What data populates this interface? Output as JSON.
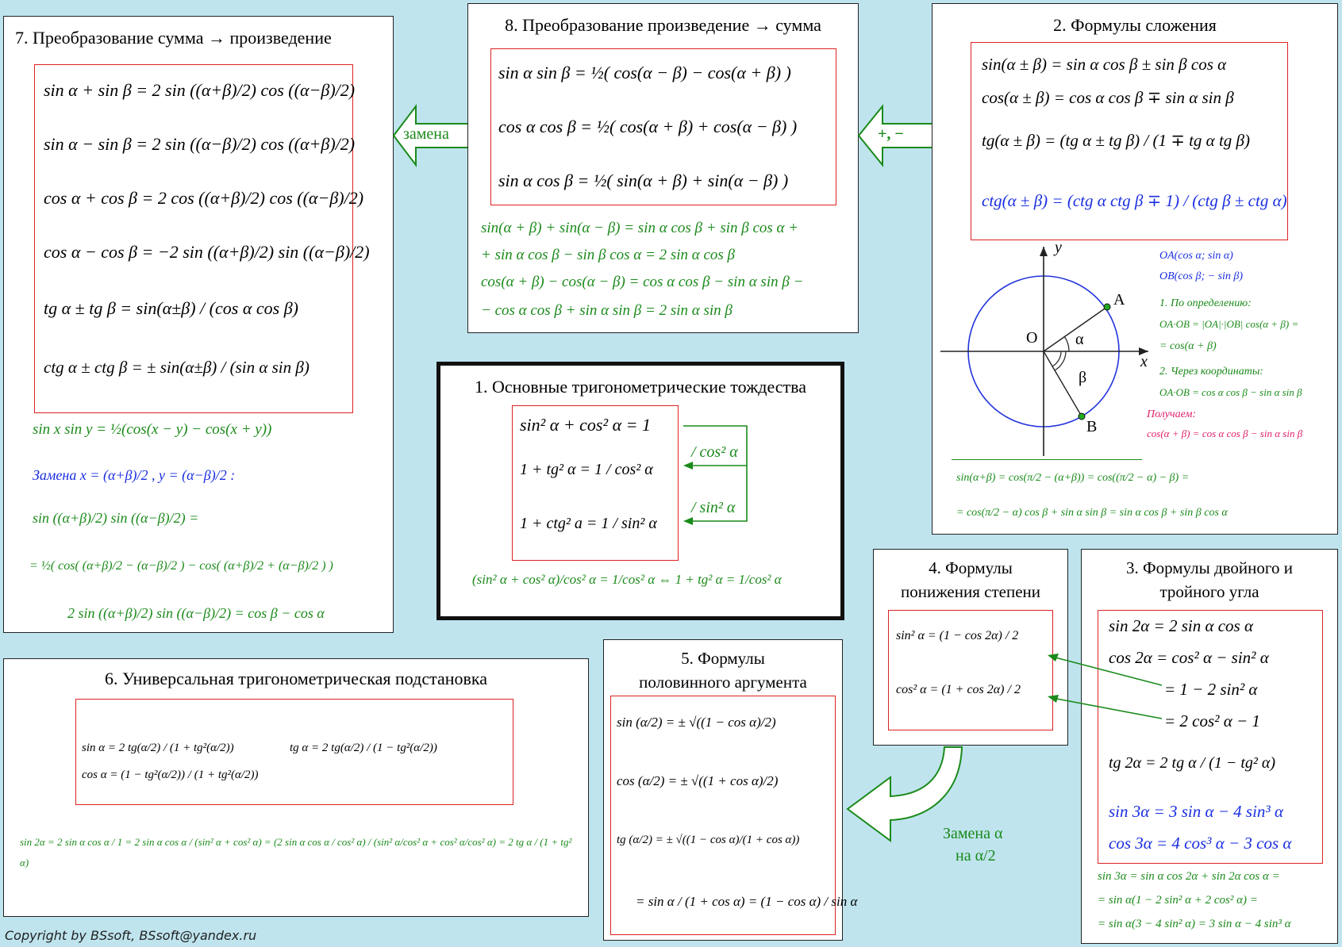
{
  "panels": {
    "p7": {
      "title": "7. Преобразование сумма → произведение",
      "formulas": [
        "sin α + sin β = 2 sin ((α+β)/2) cos ((α−β)/2)",
        "sin α − sin β = 2 sin ((α−β)/2) cos ((α+β)/2)",
        "cos α + cos β = 2 cos ((α+β)/2) cos ((α−β)/2)",
        "cos α − cos β = −2 sin ((α+β)/2) sin ((α−β)/2)",
        "tg α ± tg β = sin(α±β) / (cos α cos β)",
        "ctg α ± ctg β = ± sin(α±β) / (sin α sin β)"
      ],
      "notes": [
        "sin x sin y = ½(cos(x − y) − cos(x + y))",
        "Замена x = (α+β)/2 , y = (α−β)/2 :",
        "sin ((α+β)/2) sin ((α−β)/2) =",
        "= ½( cos( (α+β)/2 − (α−β)/2 ) − cos( (α+β)/2 + (α−β)/2 ) )",
        "2 sin ((α+β)/2) sin ((α−β)/2) = cos β − cos α"
      ]
    },
    "p8": {
      "title": "8. Преобразование произведение → сумма",
      "formulas": [
        "sin α sin β = ½( cos(α − β) − cos(α + β) )",
        "cos α cos β = ½( cos(α + β) + cos(α − β) )",
        "sin α cos β = ½( sin(α + β) + sin(α − β) )"
      ],
      "notes": [
        "sin(α + β) + sin(α − β) = sin α cos β + sin β cos α +",
        "+ sin α cos β − sin β cos α = 2 sin α cos β",
        "cos(α + β) − cos(α − β) = cos α cos β − sin α sin β −",
        "− cos α cos β + sin α sin β = 2 sin α sin β"
      ]
    },
    "p2": {
      "title": "2. Формулы сложения",
      "formulas": [
        "sin(α ± β) = sin α cos β ± sin β cos α",
        "cos(α ± β) = cos α cos β ∓ sin α sin β",
        "tg(α ± β) = (tg α ± tg β) / (1 ∓ tg α tg β)",
        "ctg(α ± β) = (ctg α ctg β ∓ 1) / (ctg β ± ctg α)"
      ],
      "circle": {
        "label_y": "y",
        "label_x": "x",
        "label_o": "O",
        "label_a": "A",
        "label_b": "B",
        "label_alpha": "α",
        "label_beta": "β"
      },
      "side_notes": [
        "OA(cos α; sin α)",
        "OB(cos β; − sin β)",
        "1. По определению:",
        "OA·OB = |OA|·|OB| cos(α + β) =",
        "= cos(α + β)",
        "2. Через координаты:",
        "OA·OB = cos α cos β − sin α sin β",
        "Получаем:",
        "cos(α + β) = cos α cos β − sin α sin β"
      ],
      "bottom_notes": [
        "sin(α+β) = cos(π/2 − (α+β)) = cos((π/2 − α) − β) =",
        "= cos(π/2 − α) cos β + sin α sin β = sin α cos β + sin β cos α"
      ]
    },
    "p1": {
      "title": "1. Основные тригонометрические тождества",
      "formulas": [
        "sin² α + cos² α = 1",
        "1 + tg² α = 1 / cos² α",
        "1 + ctg² a = 1 / sin² α"
      ],
      "div1": "/ cos² α",
      "div2": "/ sin² α",
      "note": "(sin² α + cos² α)/cos² α = 1/cos² α ⇔ 1 + tg² α = 1/cos² α"
    },
    "p4": {
      "title1": "4. Формулы",
      "title2": "понижения степени",
      "formulas": [
        "sin² α = (1 − cos 2α) / 2",
        "cos² α = (1 + cos 2α) / 2"
      ]
    },
    "p3": {
      "title1": "3. Формулы двойного и",
      "title2": "тройного угла",
      "formulas": [
        "sin 2α = 2 sin α cos α",
        "cos 2α = cos² α − sin² α",
        "= 1 − 2 sin² α",
        "= 2 cos² α − 1",
        "tg 2α = 2 tg α / (1 − tg² α)",
        "sin 3α = 3 sin α − 4 sin³ α",
        "cos 3α = 4 cos³ α − 3 cos α"
      ],
      "notes": [
        "sin 3α = sin α cos 2α + sin 2α cos α =",
        "= sin α(1 − 2 sin² α + 2 cos² α) =",
        "= sin α(3 − 4 sin² α) = 3 sin α − 4 sin³ α"
      ]
    },
    "p5": {
      "title1": "5. Формулы",
      "title2": "половинного аргумента",
      "formulas": [
        "sin (α/2) = ± √((1 − cos α)/2)",
        "cos (α/2) = ± √((1 + cos α)/2)",
        "tg (α/2) = ± √((1 − cos α)/(1 + cos α))",
        "= sin α / (1 + cos α) = (1 − cos α) / sin α"
      ]
    },
    "p6": {
      "title": "6. Универсальная тригонометрическая подстановка",
      "formulas": [
        "sin α = 2 tg(α/2) / (1 + tg²(α/2))",
        "cos α = (1 − tg²(α/2)) / (1 + tg²(α/2))",
        "tg α = 2 tg(α/2) / (1 − tg²(α/2))"
      ],
      "note": "sin 2α = 2 sin α cos α / 1 = 2 sin α cos α / (sin² α + cos² α) = (2 sin α cos α / cos² α) / (sin² α/cos² α + cos² α/cos² α) = 2 tg α / (1 + tg² α)"
    }
  },
  "arrows": {
    "replace": "замена",
    "plusminus": "+, −",
    "halfangle1": "Замена α",
    "halfangle2": "на α/2"
  },
  "footer": "Copyright by BSsoft, BSsoft@yandex.ru",
  "colors": {
    "background": "#bfe4ee",
    "frame": "#dd2222",
    "green": "#1a8a1a",
    "blue": "#1a2ee0",
    "pink": "#e0206a"
  }
}
